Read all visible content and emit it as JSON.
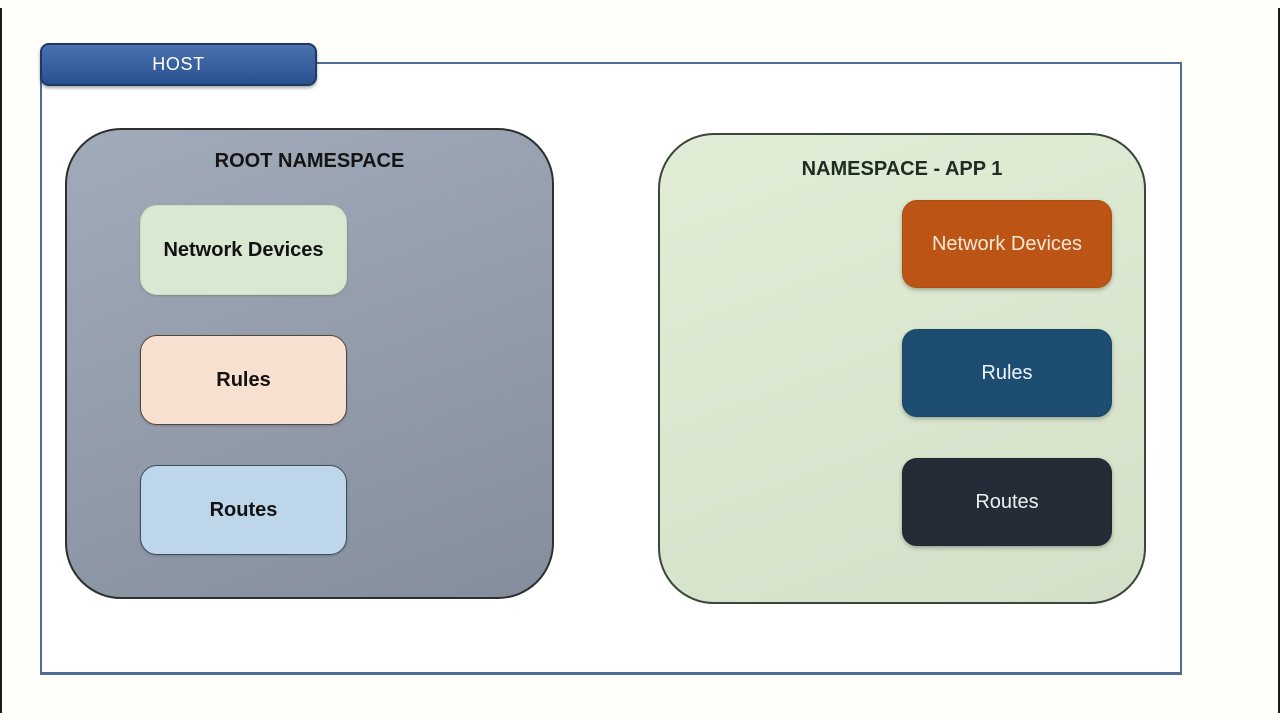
{
  "host": {
    "label": "HOST",
    "label_color": "#ffffff",
    "tab_fill": "#2e5ba3",
    "tab_border": "#1f3864",
    "frame_border": "#4f6d91"
  },
  "namespaces": [
    {
      "id": "root",
      "title": "ROOT NAMESPACE",
      "title_color": "#141414",
      "fill": "#97a1b2",
      "border": "#2f2f2f",
      "items": [
        {
          "label": "Network Devices",
          "fill": "#d9e8d0",
          "border": "#c9dfbb",
          "text": "#121212"
        },
        {
          "label": "Rules",
          "fill": "#f8e0d0",
          "border": "#55463f",
          "text": "#121212"
        },
        {
          "label": "Routes",
          "fill": "#bdd6e9",
          "border": "#3b4d5e",
          "text": "#121212"
        }
      ]
    },
    {
      "id": "app1",
      "title": "NAMESPACE - APP 1",
      "title_color": "#1e2d22",
      "fill": "#dfecd3",
      "border": "#3c463c",
      "items": [
        {
          "label": "Network Devices",
          "fill": "#bc5415",
          "border": "#b04e12",
          "text": "#f6e9d8"
        },
        {
          "label": "Rules",
          "fill": "#1e4d72",
          "border": "#1b4667",
          "text": "#edf3f8"
        },
        {
          "label": "Routes",
          "fill": "#232c37",
          "border": "#1f2730",
          "text": "#eef0f3"
        }
      ]
    }
  ]
}
